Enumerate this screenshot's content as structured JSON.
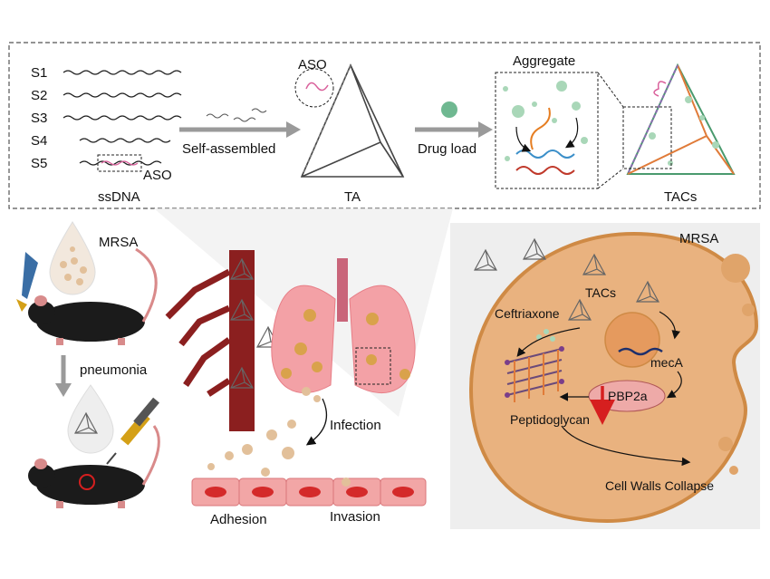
{
  "top_panel": {
    "strands": [
      "S1",
      "S2",
      "S3",
      "S4",
      "S5"
    ],
    "aso_tag": "ASO",
    "ssdna": "ssDNA",
    "step1": "Self-assembled",
    "aso_top": "ASO",
    "ta": "TA",
    "step2": "Drug load",
    "aggregate": "Aggregate",
    "tacs": "TACs"
  },
  "left_panel": {
    "mrsa": "MRSA",
    "pneumonia": "pneumonia",
    "infection": "Infection",
    "adhesion": "Adhesion",
    "invasion": "Invasion"
  },
  "right_panel": {
    "mrsa": "MRSA",
    "tacs": "TACs",
    "ceftriaxone": "Ceftriaxone",
    "meca": "mecA",
    "pbp2a": "PBP2a",
    "peptidoglycan": "Peptidoglycan",
    "collapse": "Cell Walls Collapse"
  },
  "colors": {
    "panel_border": "#555555",
    "arrow_gray": "#9a9a9a",
    "aso_pink": "#d9609b",
    "drug_green": "#6fb891",
    "vessel_red": "#8b1f1f",
    "lung_pink": "#f08c96",
    "cell_tan": "#e9b27f",
    "cell_border": "#cf8a45",
    "inhibit_red": "#d61f1f",
    "pbp2a_fill": "#eeaaa8"
  },
  "icons": [
    "mouse-icon",
    "dropper-icon",
    "syringe-icon",
    "tetrahedron-icon",
    "bacterium-icon",
    "dna-helix-icon"
  ]
}
